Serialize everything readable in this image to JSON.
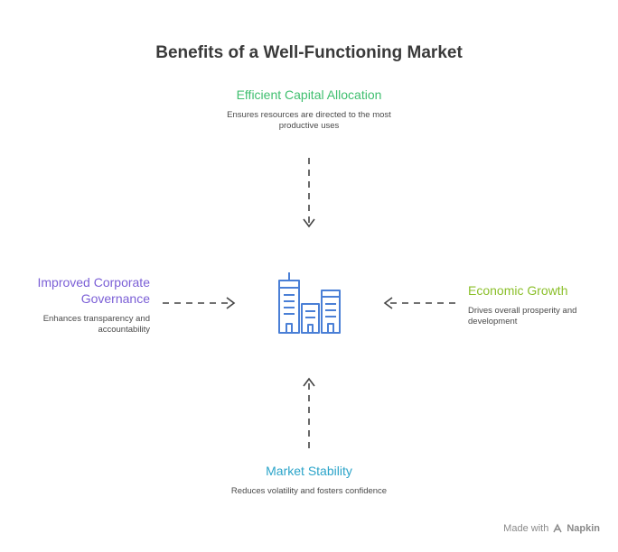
{
  "title": "Benefits of a Well-Functioning Market",
  "nodes": {
    "top": {
      "title": "Efficient Capital Allocation",
      "desc": "Ensures resources are directed to the most productive uses",
      "color": "#3fbf6f"
    },
    "left": {
      "title": "Improved Corporate Governance",
      "desc": "Enhances transparency and accountability",
      "color": "#7b5fd6"
    },
    "right": {
      "title": "Economic Growth",
      "desc": "Drives overall prosperity and development",
      "color": "#8bbf2a"
    },
    "bottom": {
      "title": "Market Stability",
      "desc": "Reduces volatility and fosters confidence",
      "color": "#2ba4c9"
    }
  },
  "center_icon": "buildings-icon",
  "footer": {
    "made_with": "Made with",
    "brand": "Napkin"
  },
  "colors": {
    "icon": "#4a7fd6",
    "arrow": "#444444",
    "title": "#3a3a3a"
  }
}
